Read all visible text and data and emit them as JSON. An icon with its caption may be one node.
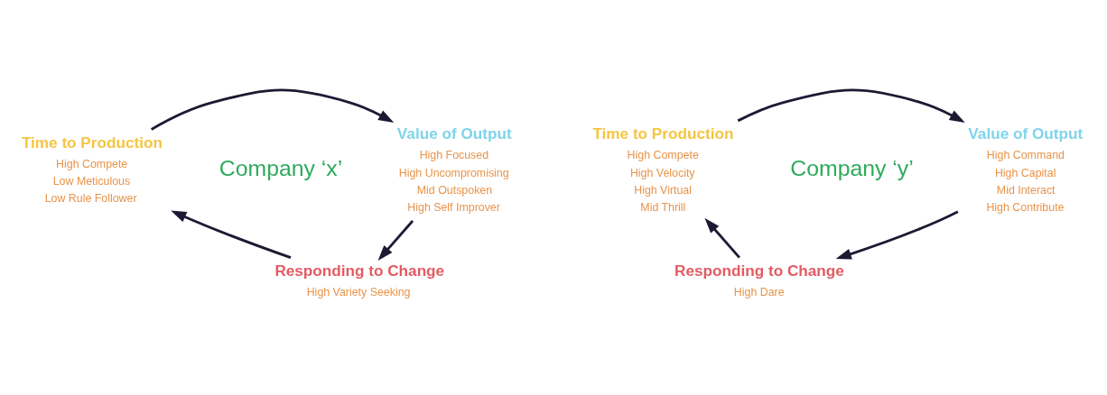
{
  "diagram": {
    "nodes": [
      {
        "text": [
          "Time to Production",
          "High Compete",
          "Low Meticulous",
          "Low Rule Follower"
        ]
      },
      {
        "text": [
          "Value of Output",
          "High Focused",
          "High Uncompromising",
          "Mid Outspoken",
          "High Self Improver"
        ]
      },
      {
        "text": [
          "Responding to Change",
          "High Variety Seeking"
        ]
      },
      {
        "text": [
          "Time to Production",
          "High Compete",
          "High Velocity",
          "High Virtual",
          "Mid Thrill"
        ]
      },
      {
        "text": [
          "Value of Output",
          "High Command",
          "High Capital",
          "Mid Interact",
          "High Contribute"
        ]
      },
      {
        "text": [
          "Responding to Change",
          "High Dare"
        ]
      }
    ],
    "edges": [
      {
        "from": 0,
        "to": 1,
        "arrow": "to"
      },
      {
        "from": 1,
        "to": 2,
        "arrow": "to"
      },
      {
        "from": 2,
        "to": 0,
        "arrow": "to"
      },
      {
        "from": 3,
        "to": 4,
        "arrow": "to"
      },
      {
        "from": 4,
        "to": 5,
        "arrow": "to"
      },
      {
        "from": 5,
        "to": 3,
        "arrow": "to"
      }
    ],
    "labels": [
      "Company ‘x’",
      "Company ‘y’"
    ]
  }
}
